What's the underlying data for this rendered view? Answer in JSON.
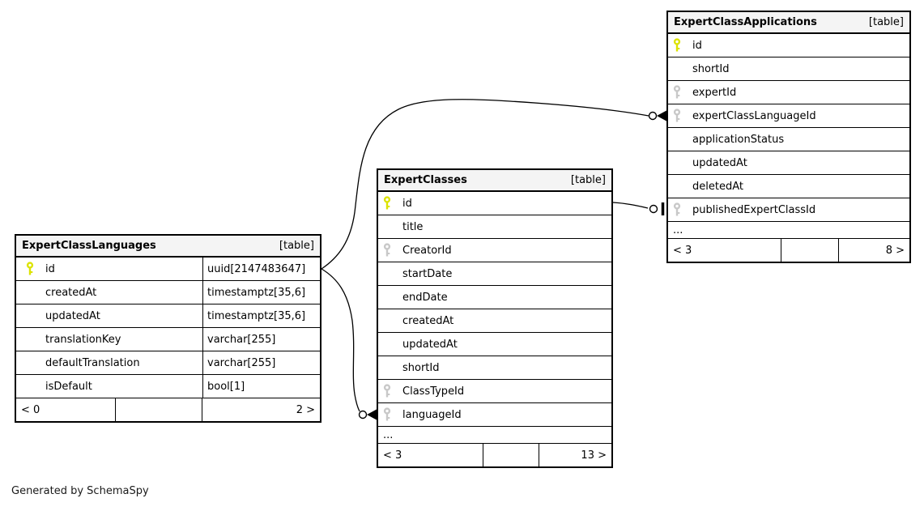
{
  "diagram": {
    "generator_note": "Generated by SchemaSpy",
    "colors": {
      "primary_key": "#dce300",
      "foreign_key": "#c8c8c8",
      "header_background": "#f4f4f4",
      "border": "#000000"
    }
  },
  "tables": {
    "applications": {
      "title": "ExpertClassApplications",
      "tag": "[table]",
      "columns": [
        {
          "name": "id",
          "key": "primary"
        },
        {
          "name": "shortId",
          "key": "none"
        },
        {
          "name": "expertId",
          "key": "foreign"
        },
        {
          "name": "expertClassLanguageId",
          "key": "foreign"
        },
        {
          "name": "applicationStatus",
          "key": "none"
        },
        {
          "name": "updatedAt",
          "key": "none"
        },
        {
          "name": "deletedAt",
          "key": "none"
        },
        {
          "name": "publishedExpertClassId",
          "key": "foreign"
        }
      ],
      "ellipsis": "...",
      "footer": {
        "left": "< 3",
        "mid": "",
        "right": "8 >"
      }
    },
    "classes": {
      "title": "ExpertClasses",
      "tag": "[table]",
      "columns": [
        {
          "name": "id",
          "key": "primary"
        },
        {
          "name": "title",
          "key": "none"
        },
        {
          "name": "CreatorId",
          "key": "foreign"
        },
        {
          "name": "startDate",
          "key": "none"
        },
        {
          "name": "endDate",
          "key": "none"
        },
        {
          "name": "createdAt",
          "key": "none"
        },
        {
          "name": "updatedAt",
          "key": "none"
        },
        {
          "name": "shortId",
          "key": "none"
        },
        {
          "name": "ClassTypeId",
          "key": "foreign"
        },
        {
          "name": "languageId",
          "key": "foreign"
        }
      ],
      "ellipsis": "...",
      "footer": {
        "left": "< 3",
        "mid": "",
        "right": "13 >"
      }
    },
    "languages": {
      "title": "ExpertClassLanguages",
      "tag": "[table]",
      "columns": [
        {
          "name": "id",
          "key": "primary",
          "type": "uuid[2147483647]"
        },
        {
          "name": "createdAt",
          "key": "none",
          "type": "timestamptz[35,6]"
        },
        {
          "name": "updatedAt",
          "key": "none",
          "type": "timestamptz[35,6]"
        },
        {
          "name": "translationKey",
          "key": "none",
          "type": "varchar[255]"
        },
        {
          "name": "defaultTranslation",
          "key": "none",
          "type": "varchar[255]"
        },
        {
          "name": "isDefault",
          "key": "none",
          "type": "bool[1]"
        }
      ],
      "footer": {
        "left": "< 0",
        "mid": "",
        "right": "2 >"
      }
    }
  },
  "relationships": [
    {
      "from": "ExpertClassLanguages.id",
      "to": "ExpertClassApplications.expertClassLanguageId",
      "to_marker": "zero-or-many"
    },
    {
      "from": "ExpertClassLanguages.id",
      "to": "ExpertClasses.languageId",
      "to_marker": "zero-or-many"
    },
    {
      "from": "ExpertClasses.id",
      "to": "ExpertClassApplications.publishedExpertClassId",
      "to_marker": "zero-or-one"
    }
  ]
}
